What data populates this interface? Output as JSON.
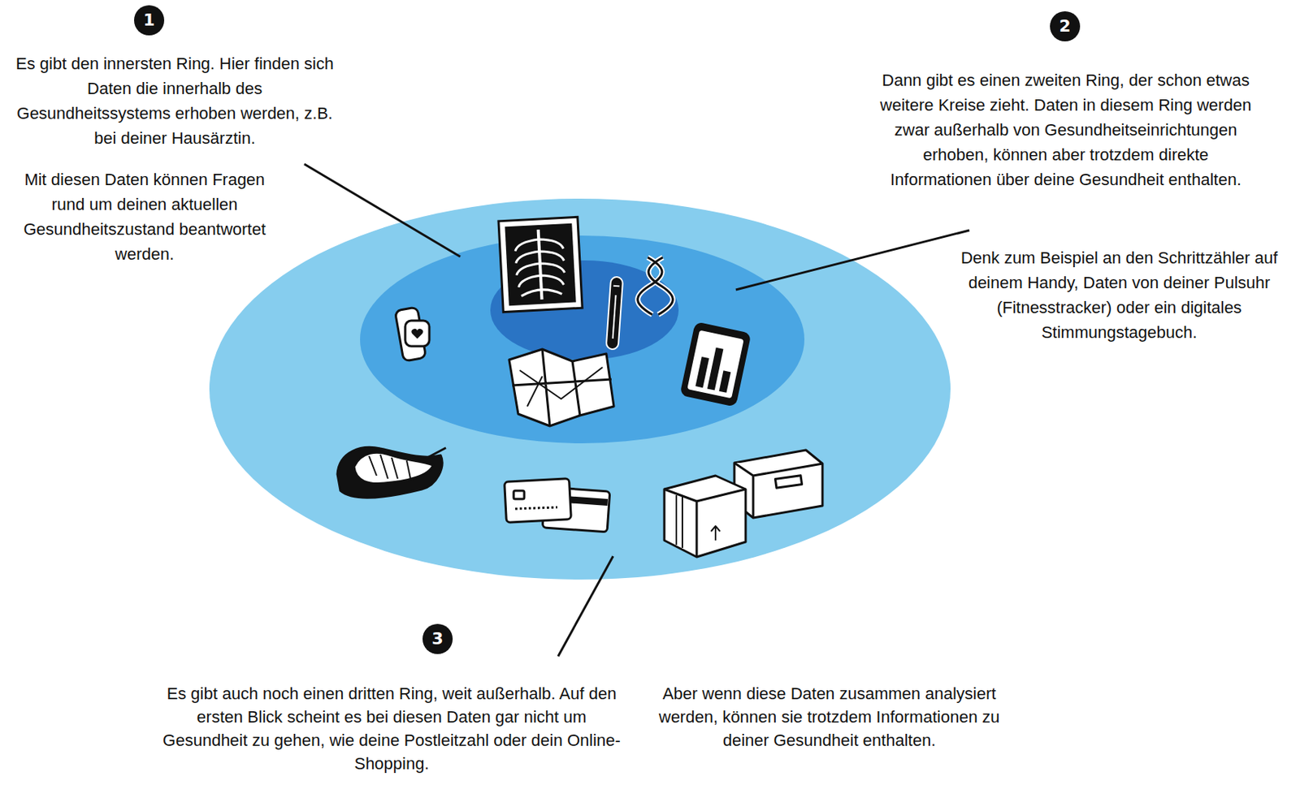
{
  "diagram": {
    "labels": [
      "1",
      "Es gibt den innersten Ring. Hier finden sich Daten die innerhalb des Gesundheitssystems erhoben werden, z.B. bei deiner Hausärztin.",
      "Mit diesen Daten können Fragen rund um deinen aktuellen Gesundheitszustand beantwortet werden.",
      "2",
      "Dann gibt es einen zweiten Ring, der schon etwas weitere Kreise zieht. Daten in diesem Ring werden zwar außerhalb von Gesundheitseinrichtungen erhoben, können aber trotzdem direkte Informationen über deine Gesundheit enthalten.",
      "Denk zum Beispiel an den Schrittzähler auf deinem Handy, Daten von deiner Pulsuhr (Fitnesstracker) oder ein digitales Stimmungstagebuch.",
      "3",
      "Es gibt auch noch einen dritten Ring, weit außerhalb. Auf den ersten Blick scheint es bei diesen Daten gar nicht um Gesundheit zu gehen, wie deine Postleitzahl oder dein Online-Shopping.",
      "Aber wenn diese Daten zusammen analysiert werden, können sie trotzdem Informationen zu deiner Gesundheit enthalten."
    ]
  }
}
